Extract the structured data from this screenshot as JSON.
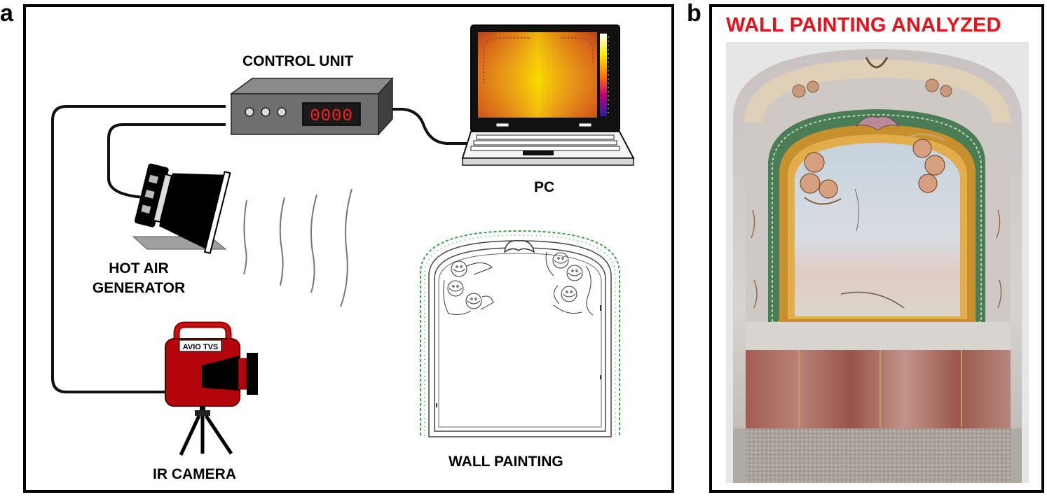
{
  "panels": {
    "a": {
      "letter": "a"
    },
    "b": {
      "letter": "b"
    }
  },
  "diagram": {
    "control_unit": {
      "label": "CONTROL UNIT",
      "display": "0000"
    },
    "pc": {
      "label": "PC"
    },
    "hot_air": {
      "label_line1": "HOT AIR",
      "label_line2": "GENERATOR"
    },
    "ir_camera": {
      "label": "IR CAMERA",
      "brand": "AVIO TVS"
    },
    "wall_painting": {
      "label": "WALL PAINTING"
    }
  },
  "photo": {
    "title": "WALL PAINTING ANALYZED"
  },
  "colors": {
    "title_red": "#e8101a",
    "camera_red": "#b3050b",
    "display_red": "#ff2020",
    "frame_green": "#3aa24a"
  }
}
